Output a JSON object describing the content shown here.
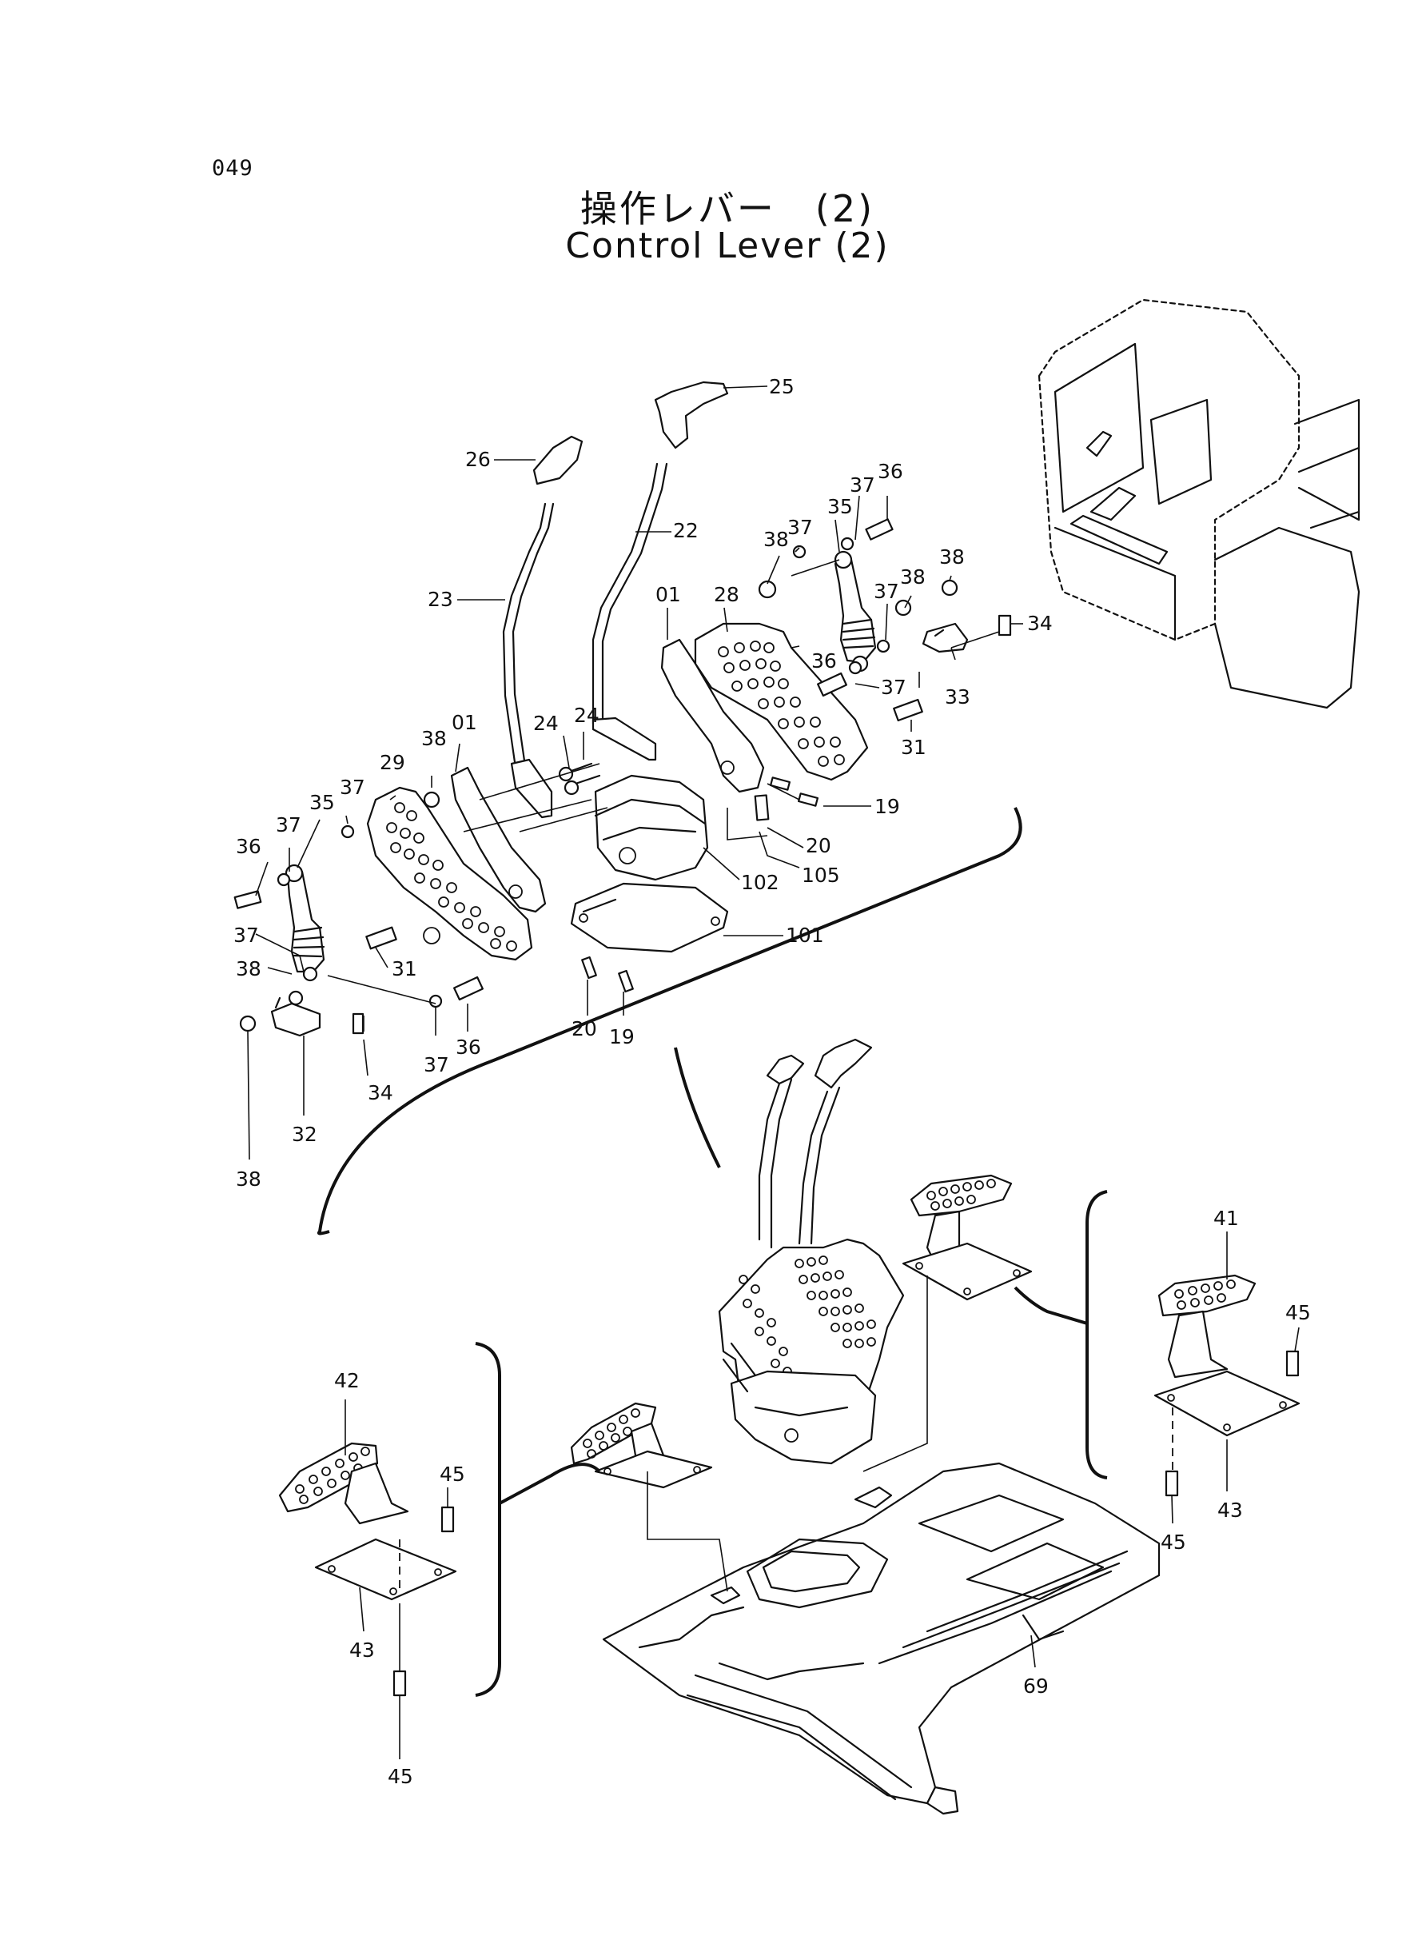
{
  "page": {
    "number": "049",
    "title_jp": "操作レバー　(2)",
    "title_en": "Control Lever (2)"
  },
  "callouts": [
    {
      "id": "c25a",
      "text": "25"
    },
    {
      "id": "c26",
      "text": "26"
    },
    {
      "id": "c22",
      "text": "22"
    },
    {
      "id": "c23",
      "text": "23"
    },
    {
      "id": "c35a",
      "text": "35"
    },
    {
      "id": "c37a",
      "text": "37"
    },
    {
      "id": "c36a",
      "text": "36"
    },
    {
      "id": "c37b",
      "text": "37"
    },
    {
      "id": "c38a",
      "text": "38"
    },
    {
      "id": "c28",
      "text": "28"
    },
    {
      "id": "c01a",
      "text": "01"
    },
    {
      "id": "c37c",
      "text": "37"
    },
    {
      "id": "c38b",
      "text": "38"
    },
    {
      "id": "c38c",
      "text": "38"
    },
    {
      "id": "c34a",
      "text": "34"
    },
    {
      "id": "c36b",
      "text": "36"
    },
    {
      "id": "c37d",
      "text": "37"
    },
    {
      "id": "c33",
      "text": "33"
    },
    {
      "id": "c31a",
      "text": "31"
    },
    {
      "id": "c24a",
      "text": "24"
    },
    {
      "id": "c24b",
      "text": "24"
    },
    {
      "id": "c19a",
      "text": "19"
    },
    {
      "id": "c20a",
      "text": "20"
    },
    {
      "id": "c105",
      "text": "105"
    },
    {
      "id": "c102",
      "text": "102"
    },
    {
      "id": "c101",
      "text": "101"
    },
    {
      "id": "c01b",
      "text": "01"
    },
    {
      "id": "c38d",
      "text": "38"
    },
    {
      "id": "c29",
      "text": "29"
    },
    {
      "id": "c37e",
      "text": "37"
    },
    {
      "id": "c35b",
      "text": "35"
    },
    {
      "id": "c37f",
      "text": "37"
    },
    {
      "id": "c36c",
      "text": "36"
    },
    {
      "id": "c31b",
      "text": "31"
    },
    {
      "id": "c37g",
      "text": "37"
    },
    {
      "id": "c38e",
      "text": "38"
    },
    {
      "id": "c36d",
      "text": "36"
    },
    {
      "id": "c37h",
      "text": "37"
    },
    {
      "id": "c20b",
      "text": "20"
    },
    {
      "id": "c19b",
      "text": "19"
    },
    {
      "id": "c34b",
      "text": "34"
    },
    {
      "id": "c32",
      "text": "32"
    },
    {
      "id": "c38f",
      "text": "38"
    },
    {
      "id": "c41",
      "text": "41"
    },
    {
      "id": "c45a",
      "text": "45"
    },
    {
      "id": "c43a",
      "text": "43"
    },
    {
      "id": "c45b",
      "text": "45"
    },
    {
      "id": "c42",
      "text": "42"
    },
    {
      "id": "c45c",
      "text": "45"
    },
    {
      "id": "c43b",
      "text": "43"
    },
    {
      "id": "c45d",
      "text": "45"
    },
    {
      "id": "c69",
      "text": "69"
    }
  ],
  "colors": {
    "ink": "#111111",
    "paper": "#ffffff"
  }
}
